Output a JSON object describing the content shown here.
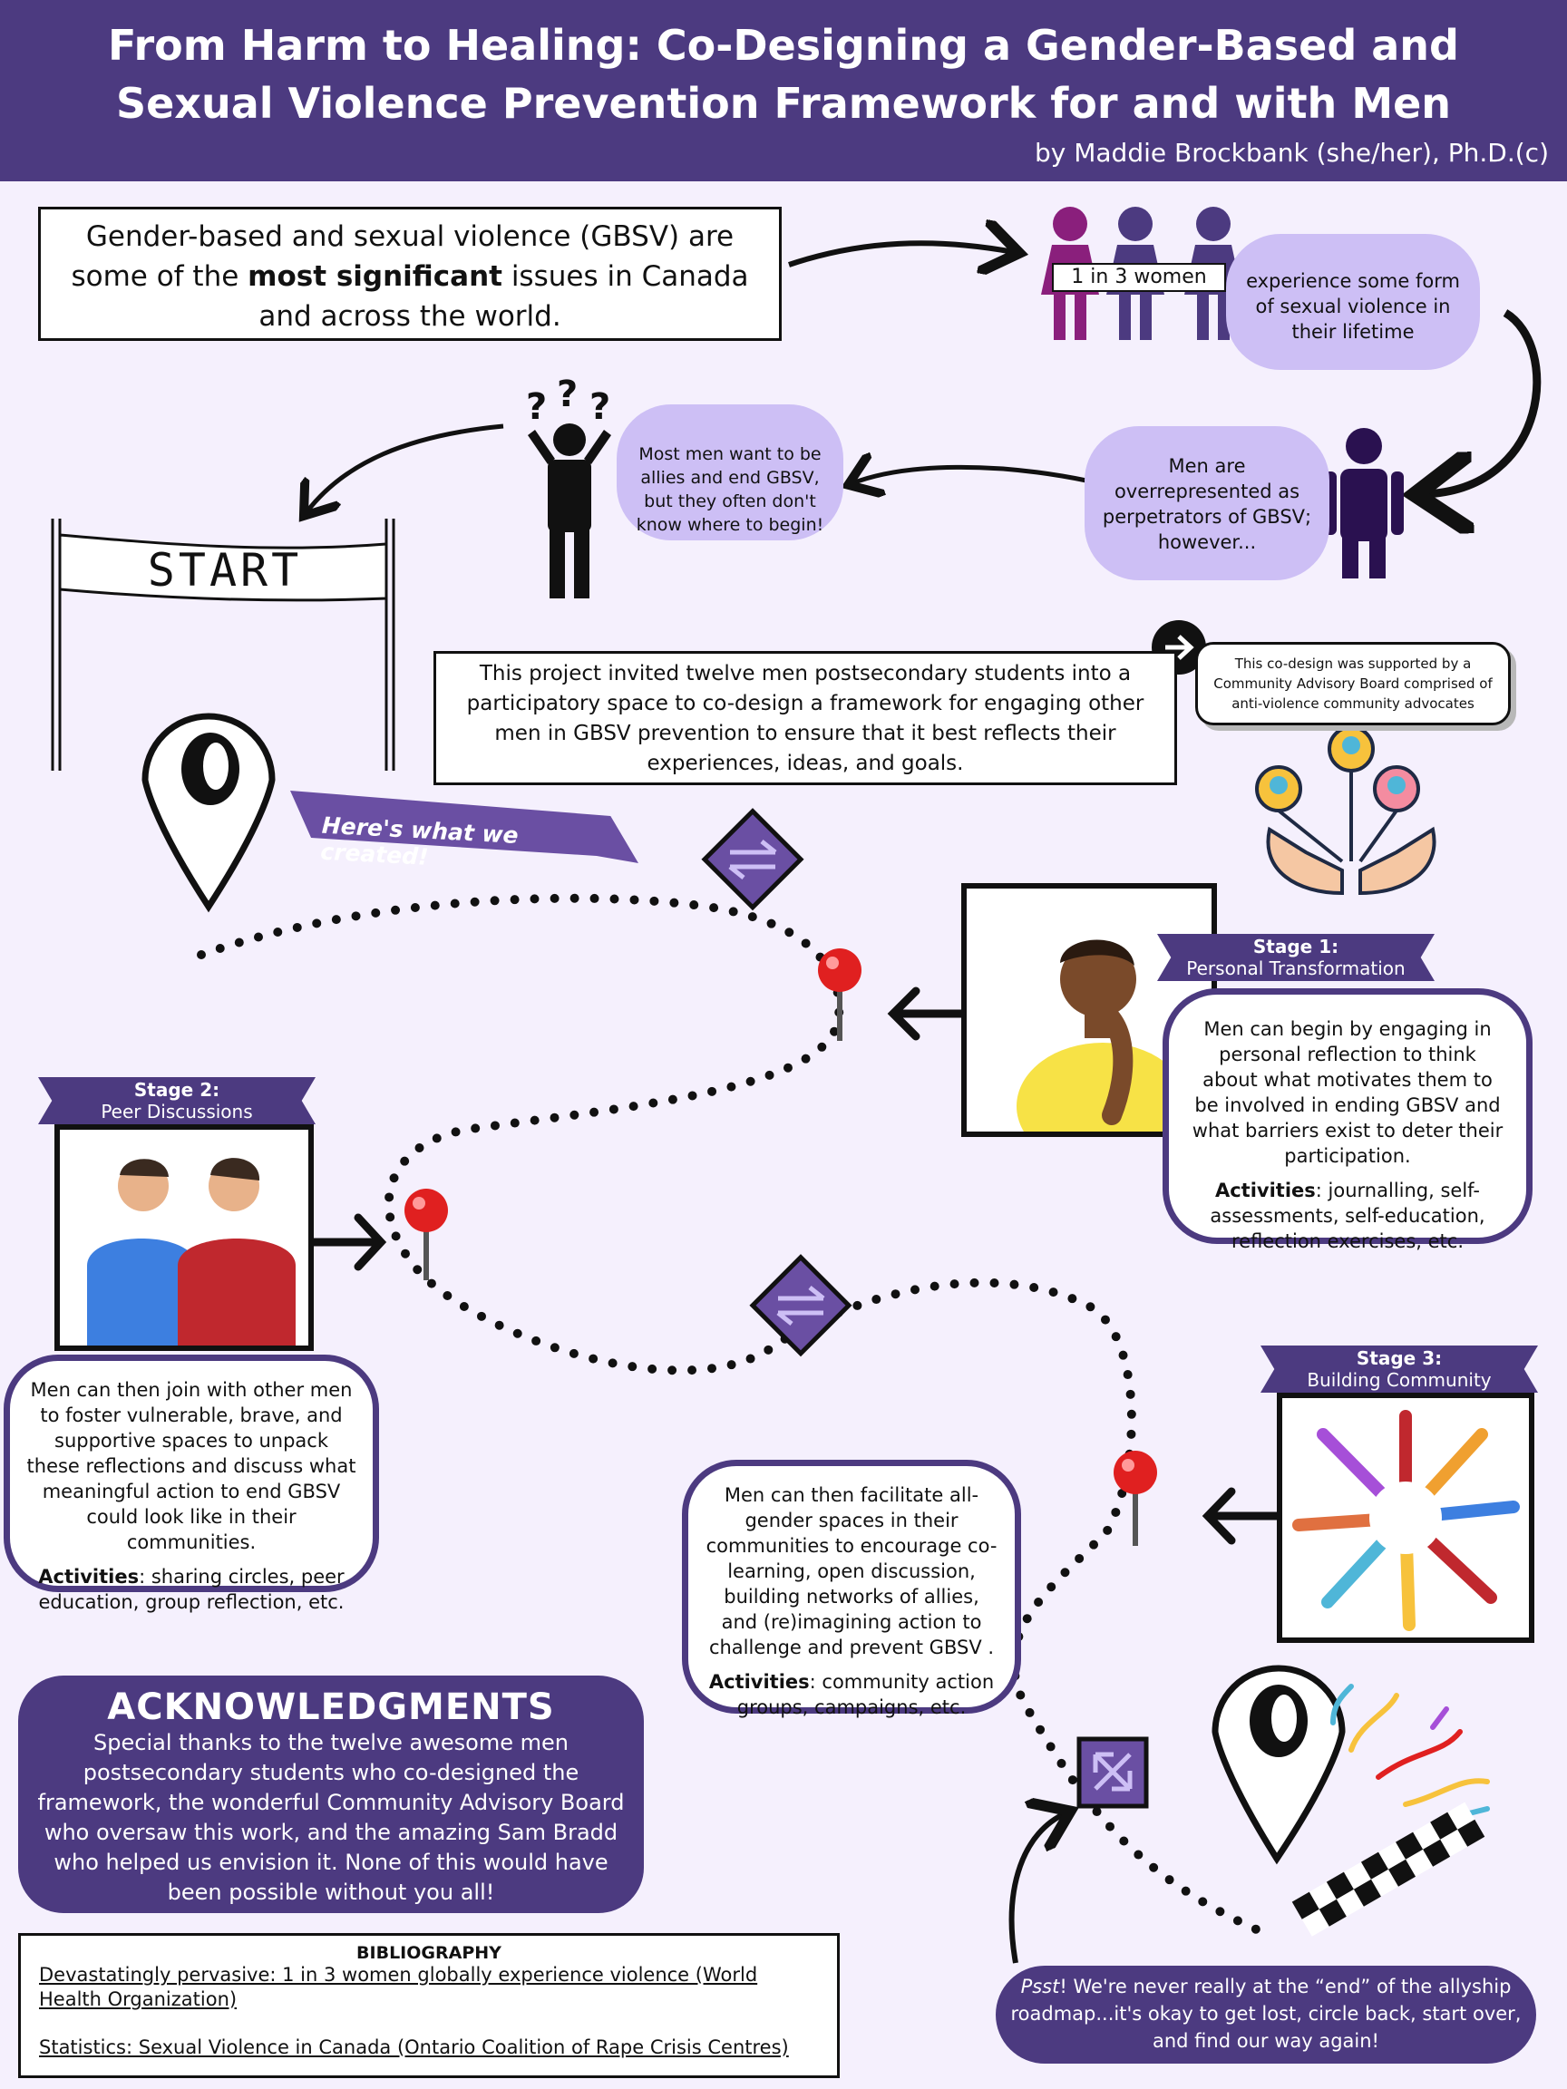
{
  "header": {
    "title": "From Harm to Healing: Co-Designing a Gender-Based and Sexual Violence Prevention Framework for and with Men",
    "byline": "by Maddie Brockbank (she/her), Ph.D.(c)"
  },
  "intro": {
    "before": "Gender-based and sexual violence (GBSV) are some of the ",
    "emphasis": "most significant",
    "after": " issues in Canada and across the world."
  },
  "stat": {
    "label": "1 in 3 women",
    "cloud_text": "experience some form of sexual violence in their lifetime"
  },
  "men_cloud": "Men are overrepresented as perpetrators of GBSV; however...",
  "allies_cloud": "Most men want to be allies and end GBSV, but they often don't know where to begin!",
  "start_sign": "START",
  "project_box": "This project invited twelve men postsecondary students into a participatory space to co-design a framework for engaging other men in GBSV prevention to ensure that it best reflects their experiences, ideas, and goals.",
  "advisory_box": "This co-design was supported by a Community Advisory Board comprised of anti-violence community advocates",
  "created_banner": "Here's what we created!",
  "stage1": {
    "title": "Stage 1:",
    "subtitle": "Personal Transformation",
    "text": "Men can begin by engaging in personal reflection to think about what motivates them to be involved in ending GBSV and what barriers exist to deter their participation.",
    "activities_label": "Activities",
    "activities": ": journalling, self-assessments, self-education, reflection exercises, etc."
  },
  "stage2": {
    "title": "Stage 2:",
    "subtitle": "Peer Discussions",
    "text": "Men can then join with other men to foster vulnerable, brave, and supportive spaces to unpack these reflections and discuss what meaningful action to end GBSV could look like in their communities.",
    "activities_label": "Activities",
    "activities": ": sharing circles, peer education, group reflection, etc."
  },
  "stage3": {
    "title": "Stage 3:",
    "subtitle": "Building Community",
    "text": "Men can then facilitate all-gender spaces in their communities to encourage co-learning, open discussion, building networks of allies, and (re)imagining action to challenge and prevent GBSV .",
    "activities_label": "Activities",
    "activities": ": community action groups, campaigns, etc."
  },
  "acknowledgments": {
    "heading": "ACKNOWLEDGMENTS",
    "text": "Special thanks to the twelve awesome men postsecondary students who co-designed the framework, the wonderful Community Advisory Board who oversaw this work, and the amazing Sam Bradd who helped us envision it. None of this would have been possible without you all!"
  },
  "bibliography": {
    "heading": "BIBLIOGRAPHY",
    "items": [
      "Devastatingly pervasive: 1 in 3 women globally experience violence (World Health Organization)",
      "Statistics: Sexual Violence in Canada (Ontario Coalition of Rape Crisis Centres)"
    ]
  },
  "psst": {
    "lead": "Psst",
    "text": "! We're never really at the “end” of the allyship roadmap...it's okay to get lost, circle back, start over, and find our way again!"
  },
  "colors": {
    "primary": "#4c3a80",
    "cloud": "#cdbff5",
    "background": "#f5f0fd",
    "pin": "#e02020"
  }
}
